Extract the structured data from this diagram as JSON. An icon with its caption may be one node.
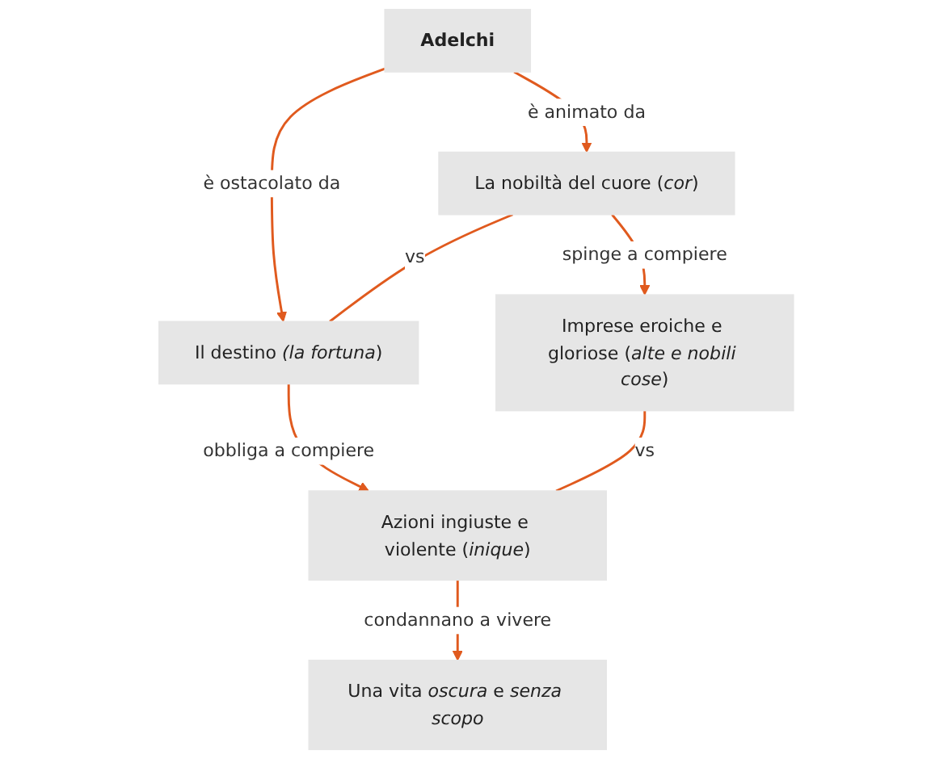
{
  "diagram": {
    "nodes": [
      {
        "text": [
          "Adelchi"
        ]
      },
      {
        "text": [
          "La nobiltà del cuore (*cor*)"
        ]
      },
      {
        "text": [
          "Il destino *(la fortuna*)"
        ]
      },
      {
        "text": [
          "Imprese eroiche e gloriose (*alte e nobili cose*)"
        ]
      },
      {
        "text": [
          "Azioni ingiuste e violente (*inique*)"
        ]
      },
      {
        "text": [
          "Una vita *oscura* e *senza scopo*"
        ]
      }
    ],
    "edges": [
      {
        "from": 0,
        "to": 1,
        "arrow": "to",
        "label": "è animato da"
      },
      {
        "from": 0,
        "to": 2,
        "arrow": "to",
        "label": "è ostacolato da"
      },
      {
        "from": 1,
        "to": 2,
        "arrow": "none",
        "label": "vs"
      },
      {
        "from": 1,
        "to": 3,
        "arrow": "to",
        "label": "spinge a compiere"
      },
      {
        "from": 2,
        "to": 4,
        "arrow": "to",
        "label": "obbliga a compiere"
      },
      {
        "from": 3,
        "to": 4,
        "arrow": "none",
        "label": "vs"
      },
      {
        "from": 4,
        "to": 5,
        "arrow": "to",
        "label": "condannano a vivere"
      }
    ]
  }
}
